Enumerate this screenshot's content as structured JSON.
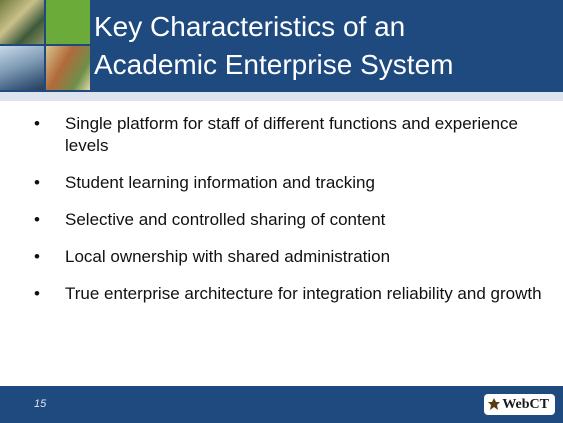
{
  "slide": {
    "title_line1": "Key Characteristics of an",
    "title_line2": "Academic Enterprise System",
    "bullet_glyph": "•",
    "bullets": [
      "Single platform for staff of different functions and experience levels",
      "Student learning information and tracking",
      "Selective and controlled sharing of content",
      "Local ownership with shared administration",
      "True enterprise architecture for integration reliability and growth"
    ],
    "page_number": "15",
    "logo_text": "WebCT"
  },
  "colors": {
    "header_bg": "#1e4a80",
    "header_rule": "#dde4ee",
    "text": "#111111"
  }
}
